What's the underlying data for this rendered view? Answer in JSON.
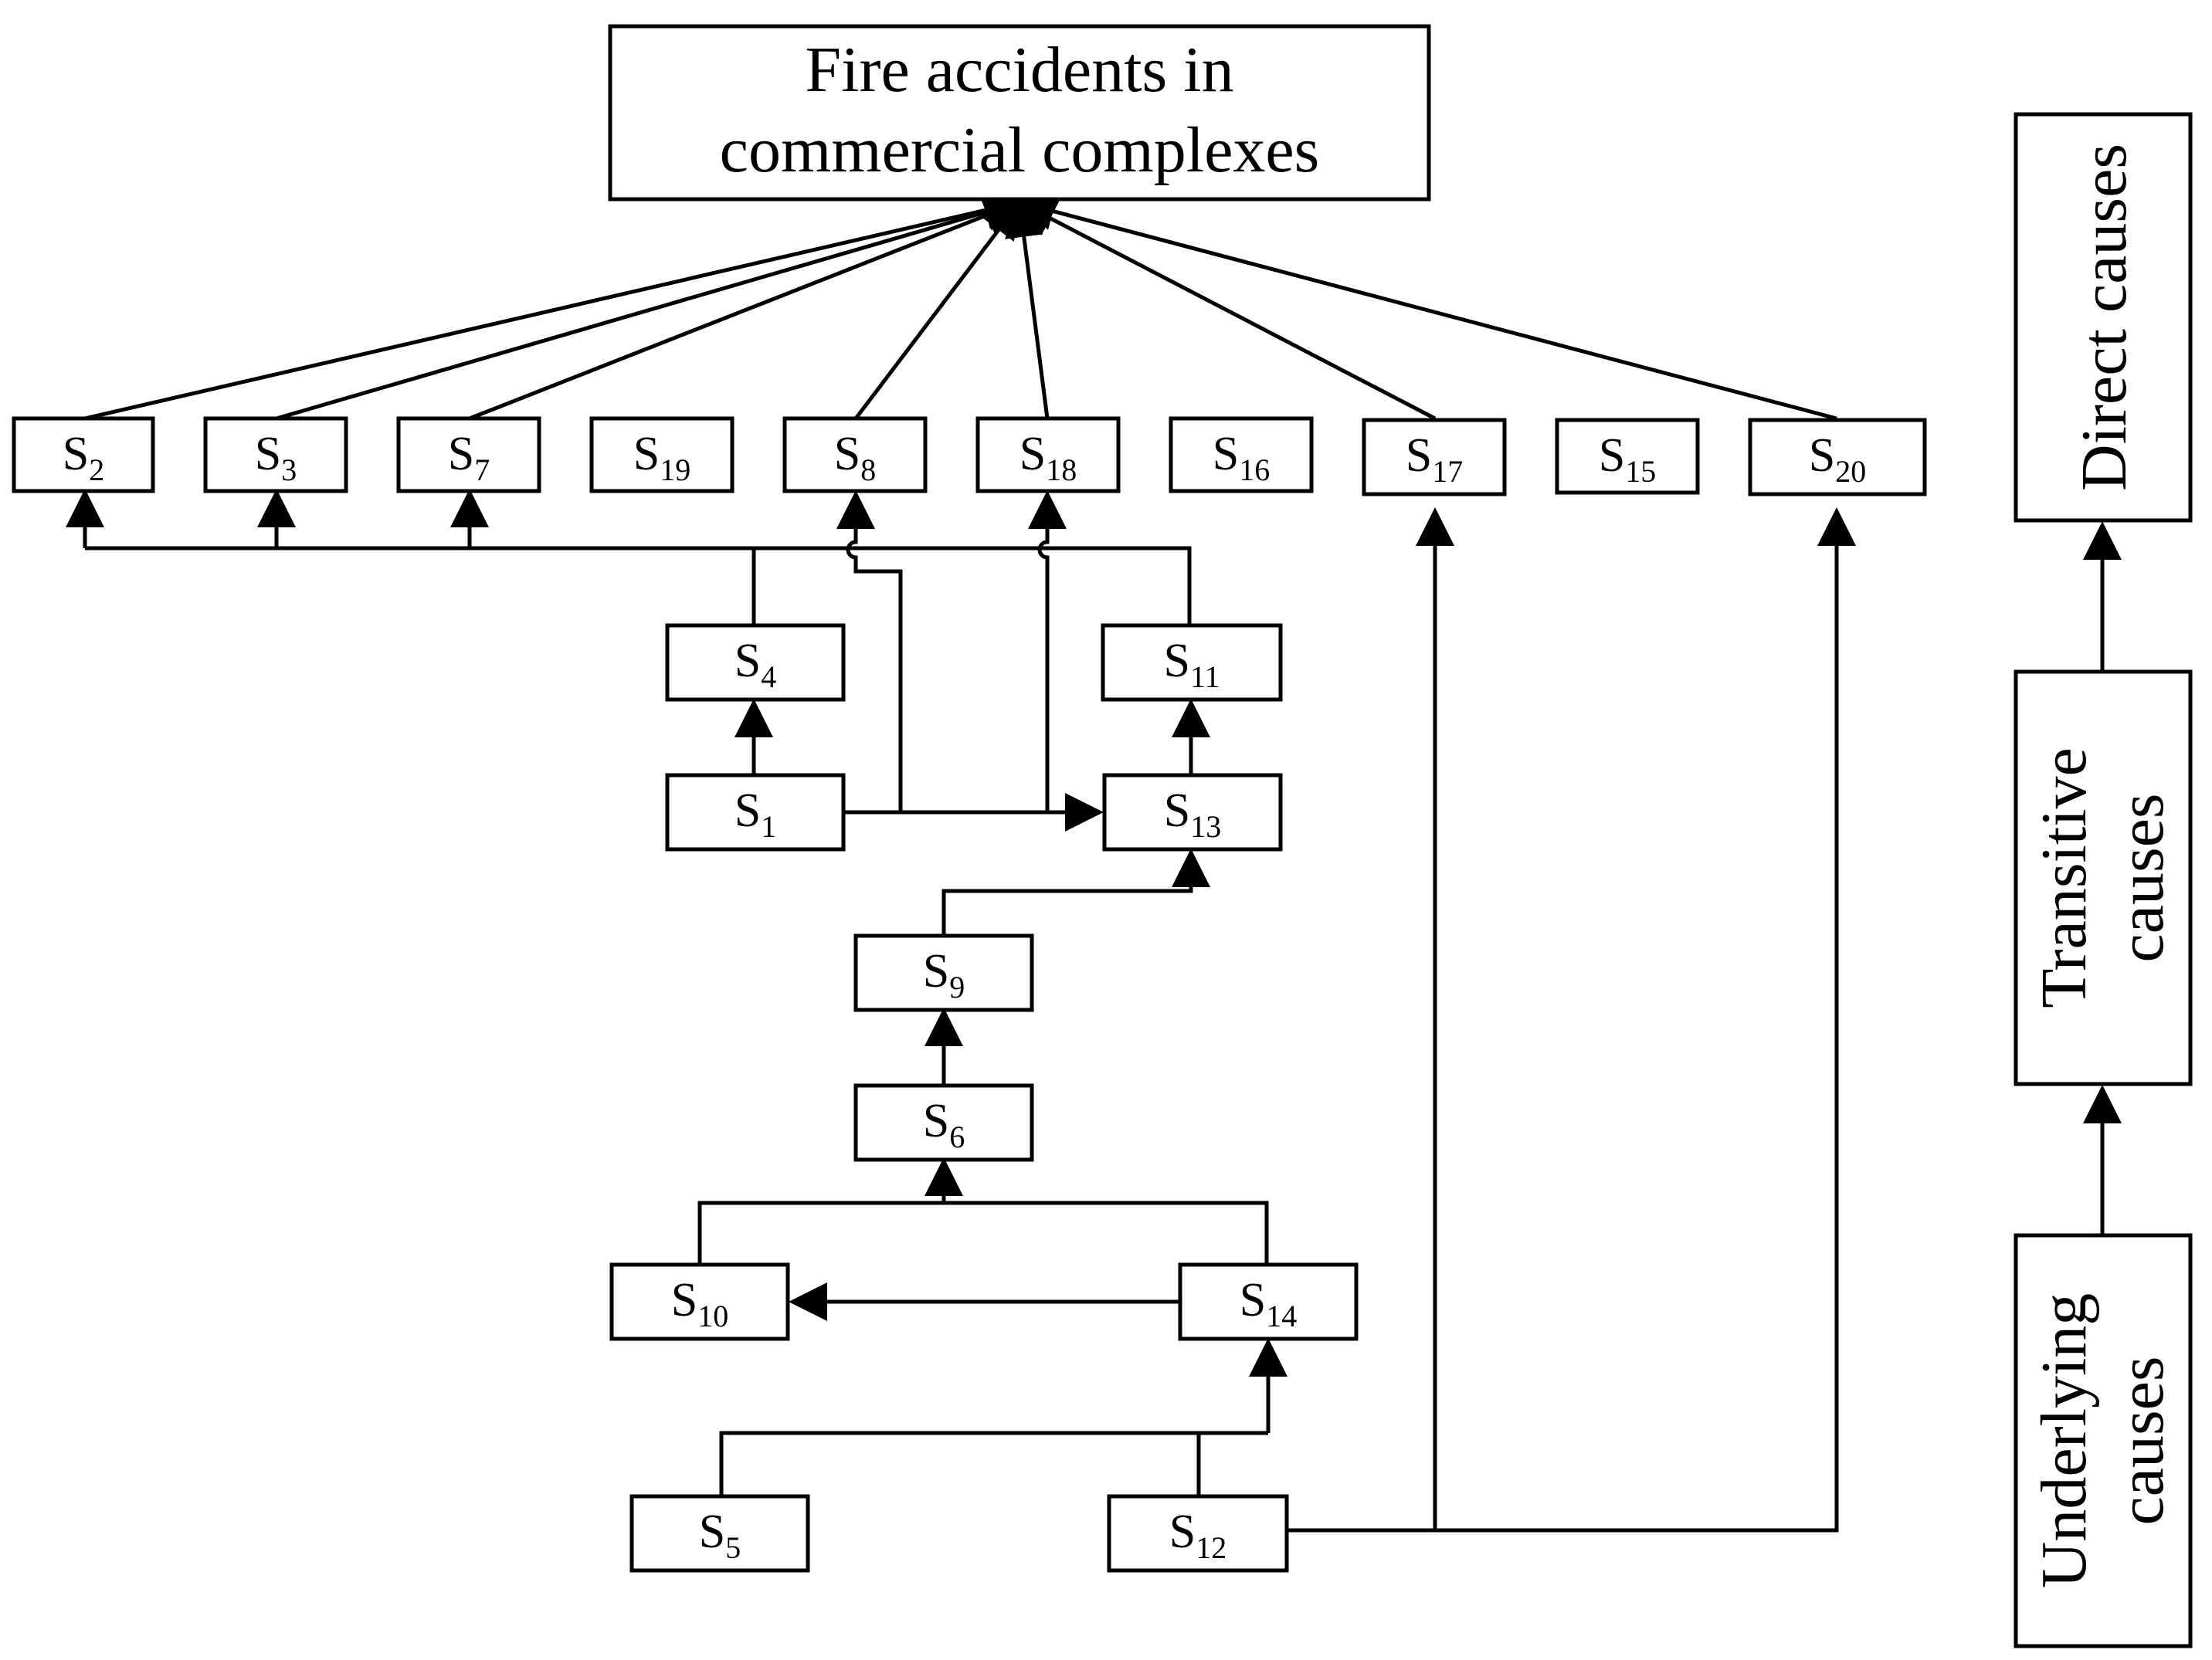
{
  "title": {
    "line1": "Fire accidents in",
    "line2": "commercial complexes"
  },
  "nodes": {
    "S2": {
      "base": "S",
      "sub": "2"
    },
    "S3": {
      "base": "S",
      "sub": "3"
    },
    "S7": {
      "base": "S",
      "sub": "7"
    },
    "S19": {
      "base": "S",
      "sub": "19"
    },
    "S8": {
      "base": "S",
      "sub": "8"
    },
    "S18": {
      "base": "S",
      "sub": "18"
    },
    "S16": {
      "base": "S",
      "sub": "16"
    },
    "S17": {
      "base": "S",
      "sub": "17"
    },
    "S15": {
      "base": "S",
      "sub": "15"
    },
    "S20": {
      "base": "S",
      "sub": "20"
    },
    "S4": {
      "base": "S",
      "sub": "4"
    },
    "S11": {
      "base": "S",
      "sub": "11"
    },
    "S1": {
      "base": "S",
      "sub": "1"
    },
    "S13": {
      "base": "S",
      "sub": "13"
    },
    "S9": {
      "base": "S",
      "sub": "9"
    },
    "S6": {
      "base": "S",
      "sub": "6"
    },
    "S10": {
      "base": "S",
      "sub": "10"
    },
    "S14": {
      "base": "S",
      "sub": "14"
    },
    "S5": {
      "base": "S",
      "sub": "5"
    },
    "S12": {
      "base": "S",
      "sub": "12"
    }
  },
  "legend": {
    "direct": "Direct causes",
    "transitive_line1": "Transitive",
    "transitive_line2": "causes",
    "underlying_line1": "Underlying",
    "underlying_line2": "causes"
  }
}
